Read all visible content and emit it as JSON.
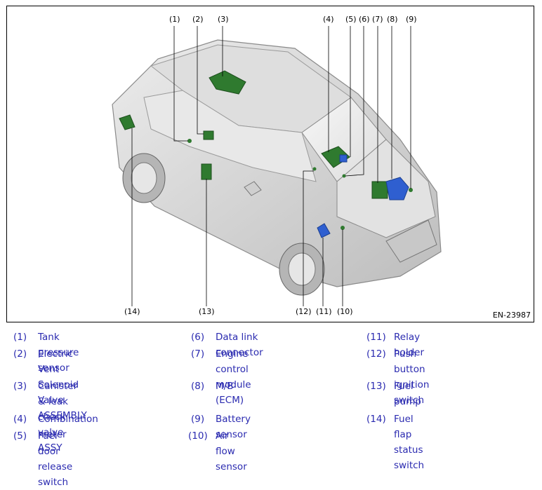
{
  "figure": {
    "id_label": "EN-23987",
    "callouts": [
      "(1)",
      "(2)",
      "(3)",
      "(4)",
      "(5)",
      "(6)",
      "(7)",
      "(8)",
      "(9)",
      "(10)",
      "(11)",
      "(12)",
      "(13)",
      "(14)"
    ],
    "colors": {
      "component_green": "#2f7a2f",
      "component_blue": "#2f5fd0",
      "car_gray": "#d6d6d6",
      "outline": "#8a8a8a"
    }
  },
  "legend": [
    {
      "num": "(1)",
      "text": "Tank pressure sensor"
    },
    {
      "num": "(2)",
      "text": "Electric Vent Solenoid Valve\nASSEMBLY"
    },
    {
      "num": "(3)",
      "text": "Canister & leak check valve\nASSY"
    },
    {
      "num": "(4)",
      "text": "Combination meter"
    },
    {
      "num": "(5)",
      "text": "Fuel door release switch"
    },
    {
      "num": "(6)",
      "text": "Data link connector"
    },
    {
      "num": "(7)",
      "text": "Engine control module (ECM)"
    },
    {
      "num": "(8)",
      "text": "M/B"
    },
    {
      "num": "(9)",
      "text": "Battery sensor"
    },
    {
      "num": "(10)",
      "text": "Air flow sensor"
    },
    {
      "num": "(11)",
      "text": "Relay holder"
    },
    {
      "num": "(12)",
      "text": "Push button ignition switch"
    },
    {
      "num": "(13)",
      "text": "Fuel pump"
    },
    {
      "num": "(14)",
      "text": "Fuel flap status switch"
    }
  ]
}
